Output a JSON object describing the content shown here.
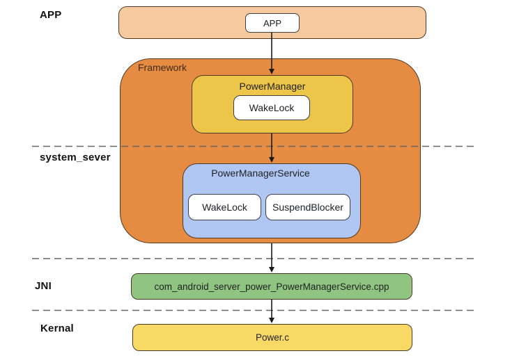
{
  "labels": {
    "app": "APP",
    "system_server": "system_sever",
    "jni": "JNI",
    "kernel": "Kernal"
  },
  "app_layer": {
    "chip": "APP"
  },
  "framework": {
    "title": "Framework",
    "power_manager": {
      "title": "PowerManager",
      "wakelock": "WakeLock"
    },
    "power_manager_service": {
      "title": "PowerManagerService",
      "wakelock": "WakeLock",
      "suspend_blocker": "SuspendBlocker"
    }
  },
  "jni_layer": {
    "file": "com_android_server_power_PowerManagerService.cpp"
  },
  "kernel_layer": {
    "file": "Power.c"
  },
  "colors": {
    "peach": "#F6CA9E",
    "orange": "#E68C42",
    "yellow": "#ECC549",
    "blue": "#AFC7F2",
    "green": "#90C581",
    "kernel-yellow": "#F9D966",
    "box-border": "#4C3924",
    "chip-border": "#3C4043",
    "framework-text": "#3F2C18",
    "text": "#202124",
    "line": "#1A1A1A",
    "dash": "#666666"
  }
}
